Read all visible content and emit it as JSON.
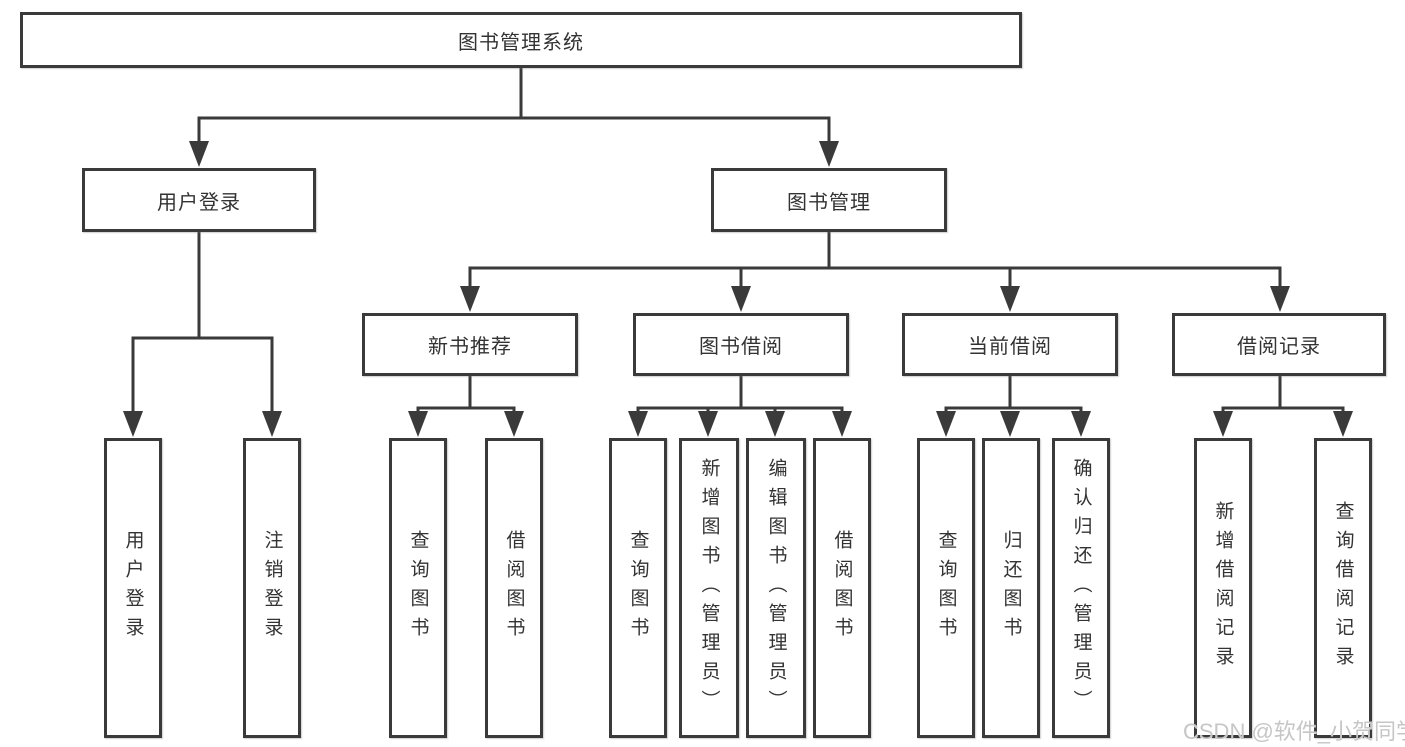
{
  "colors": {
    "line": "#3a3a3a",
    "box_border": "#3a3a3a",
    "text": "#333333",
    "watermark": "#c6c6c6",
    "background": "#ffffff"
  },
  "tree": {
    "root": {
      "label": "图书管理系统"
    },
    "level2": [
      {
        "label": "用户登录",
        "children": [
          "用户登录",
          "注销登录"
        ]
      },
      {
        "label": "图书管理",
        "children": [
          {
            "label": "新书推荐",
            "children": [
              "查询图书",
              "借阅图书"
            ]
          },
          {
            "label": "图书借阅",
            "children": [
              "查询图书",
              "新增图书（管理员）",
              "编辑图书（管理员）",
              "借阅图书"
            ]
          },
          {
            "label": "当前借阅",
            "children": [
              "查询图书",
              "归还图书",
              "确认归还（管理员）"
            ]
          },
          {
            "label": "借阅记录",
            "children": [
              "新增借阅记录",
              "查询借阅记录"
            ]
          }
        ]
      }
    ]
  },
  "watermark": "CSDN @软件_小贺同学"
}
